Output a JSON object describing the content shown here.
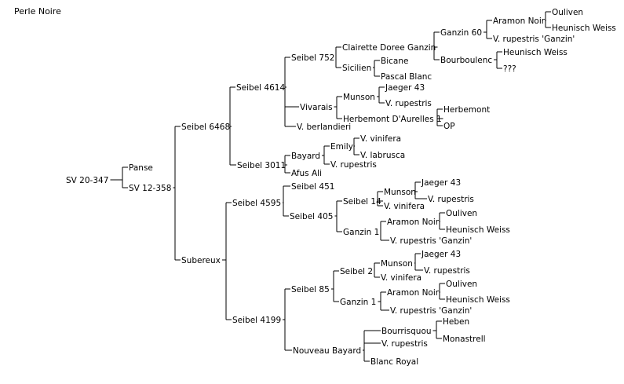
{
  "title": "Perle Noire",
  "colors": {
    "text": "#000000",
    "line": "#000000",
    "background": "#ffffff"
  },
  "root": {
    "name": "SV 20-347",
    "children": [
      {
        "name": "Panse"
      },
      {
        "name": "SV 12-358",
        "children": [
          {
            "name": "Seibel 6468",
            "children": [
              {
                "name": "Seibel 4614",
                "children": [
                  {
                    "name": "Seibel 752",
                    "children": [
                      {
                        "name": "Clairette Doree Ganzin",
                        "children": [
                          {
                            "name": "Ganzin 60",
                            "children": [
                              {
                                "name": "Aramon Noir",
                                "children": [
                                  {
                                    "name": "Ouliven"
                                  },
                                  {
                                    "name": "Heunisch Weiss"
                                  }
                                ]
                              },
                              {
                                "name": "V. rupestris 'Ganzin'"
                              }
                            ]
                          },
                          {
                            "name": "Bourboulenc",
                            "children": [
                              {
                                "name": "Heunisch Weiss"
                              },
                              {
                                "name": "???"
                              }
                            ]
                          }
                        ]
                      },
                      {
                        "name": "Sicilien",
                        "children": [
                          {
                            "name": "Bicane"
                          },
                          {
                            "name": "Pascal Blanc"
                          }
                        ]
                      }
                    ]
                  },
                  {
                    "name": "Vivarais",
                    "children": [
                      {
                        "name": "Munson",
                        "children": [
                          {
                            "name": "Jaeger 43"
                          },
                          {
                            "name": "V. rupestris"
                          }
                        ]
                      },
                      {
                        "name": "Herbemont D'Aurelles 1",
                        "children": [
                          {
                            "name": "Herbemont"
                          },
                          {
                            "name": "OP"
                          }
                        ]
                      }
                    ]
                  },
                  {
                    "name": "V. berlandieri"
                  }
                ]
              },
              {
                "name": "Seibel 3011",
                "children": [
                  {
                    "name": "Bayard",
                    "children": [
                      {
                        "name": "Emily",
                        "children": [
                          {
                            "name": "V. vinifera"
                          },
                          {
                            "name": "V. labrusca"
                          }
                        ]
                      },
                      {
                        "name": "V. rupestris"
                      }
                    ]
                  },
                  {
                    "name": "Afus Ali"
                  }
                ]
              }
            ]
          },
          {
            "name": "Subereux",
            "children": [
              {
                "name": "Seibel 4595",
                "children": [
                  {
                    "name": "Seibel 451"
                  },
                  {
                    "name": "Seibel 405",
                    "children": [
                      {
                        "name": "Seibel 14",
                        "children": [
                          {
                            "name": "Munson",
                            "children": [
                              {
                                "name": "Jaeger 43"
                              },
                              {
                                "name": "V. rupestris"
                              }
                            ]
                          },
                          {
                            "name": "V. vinifera"
                          }
                        ]
                      },
                      {
                        "name": "Ganzin 1",
                        "children": [
                          {
                            "name": "Aramon Noir",
                            "children": [
                              {
                                "name": "Ouliven"
                              },
                              {
                                "name": "Heunisch Weiss"
                              }
                            ]
                          },
                          {
                            "name": "V. rupestris 'Ganzin'"
                          }
                        ]
                      }
                    ]
                  }
                ]
              },
              {
                "name": "Seibel 4199",
                "children": [
                  {
                    "name": "Seibel 85",
                    "children": [
                      {
                        "name": "Seibel 2",
                        "children": [
                          {
                            "name": "Munson",
                            "children": [
                              {
                                "name": "Jaeger 43"
                              },
                              {
                                "name": "V. rupestris"
                              }
                            ]
                          },
                          {
                            "name": "V. vinifera"
                          }
                        ]
                      },
                      {
                        "name": "Ganzin 1",
                        "children": [
                          {
                            "name": "Aramon Noir",
                            "children": [
                              {
                                "name": "Ouliven"
                              },
                              {
                                "name": "Heunisch Weiss"
                              }
                            ]
                          },
                          {
                            "name": "V. rupestris 'Ganzin'"
                          }
                        ]
                      }
                    ]
                  },
                  {
                    "name": "Nouveau Bayard",
                    "children": [
                      {
                        "name": "Bourrisquou",
                        "children": [
                          {
                            "name": "Heben"
                          },
                          {
                            "name": "Monastrell"
                          }
                        ]
                      },
                      {
                        "name": "V. rupestris"
                      },
                      {
                        "name": "Blanc Royal"
                      }
                    ]
                  }
                ]
              }
            ]
          }
        ]
      }
    ]
  }
}
